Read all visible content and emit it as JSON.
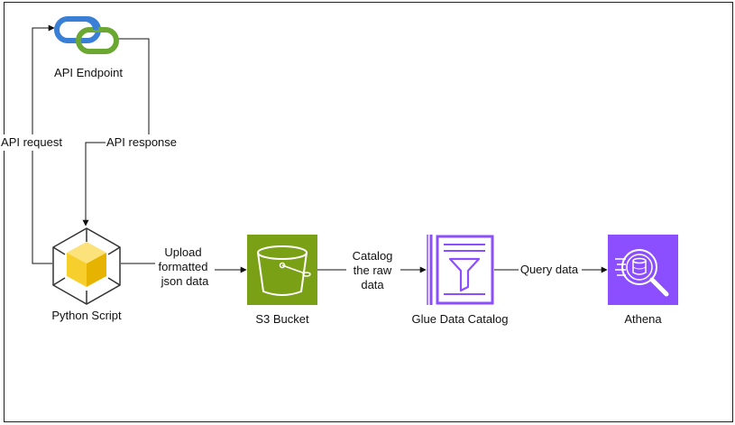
{
  "nodes": {
    "api_endpoint": {
      "label": "API Endpoint"
    },
    "python_script": {
      "label": "Python Script"
    },
    "s3_bucket": {
      "label": "S3 Bucket"
    },
    "glue_catalog": {
      "label": "Glue Data Catalog"
    },
    "athena": {
      "label": "Athena"
    }
  },
  "edges": {
    "api_request": {
      "label": "API request"
    },
    "api_response": {
      "label": "API response"
    },
    "upload": {
      "line1": "Upload",
      "line2": "formatted",
      "line3": "json data"
    },
    "catalog": {
      "line1": "Catalog",
      "line2": "the raw",
      "line3": "data"
    },
    "query": {
      "label": "Query data"
    }
  },
  "icons": {
    "api_endpoint": "chain-link-icon",
    "python_script": "cube-icon",
    "s3_bucket": "bucket-icon",
    "glue_catalog": "filter-document-icon",
    "athena": "magnifier-database-icon"
  },
  "colors": {
    "s3_green": "#7aa116",
    "glue_purple": "#8c4fff",
    "athena_purple": "#8c4fff",
    "link_blue": "#3a7fd6",
    "link_green": "#6aa832",
    "cube_yellow": "#f7cf2d"
  }
}
